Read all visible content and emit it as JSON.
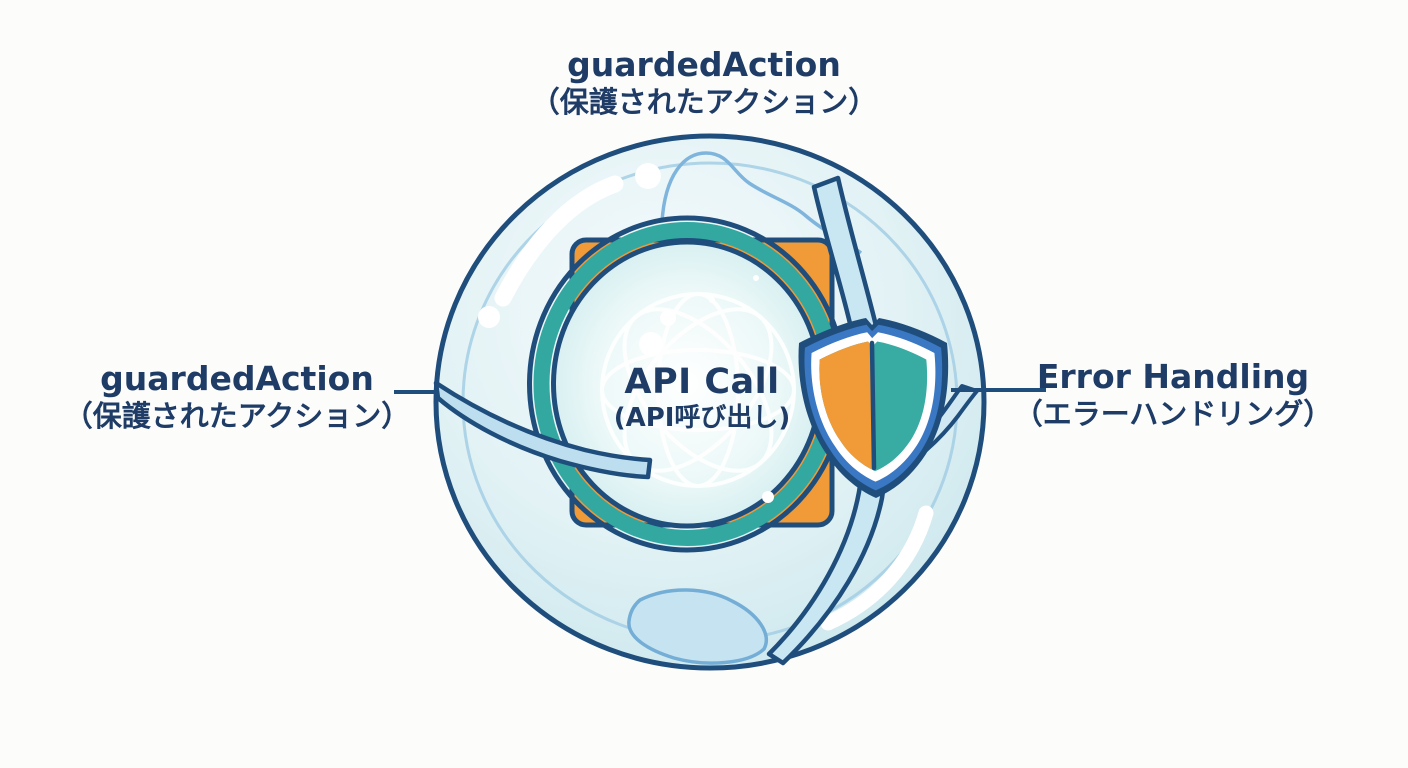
{
  "labels": {
    "top": {
      "line1": "guardedAction",
      "line2": "（保護されたアクション）"
    },
    "left": {
      "line1": "guardedAction",
      "line2": "（保護されたアクション）"
    },
    "right": {
      "line1": "Error Handling",
      "line2": "（エラーハンドリング）"
    },
    "center": {
      "line1": "API Call",
      "line2": "(API呼び出し)"
    }
  },
  "colors": {
    "background": "#fcfcfb",
    "outline-navy": "#1f4e7d",
    "text-navy": "#1e3c66",
    "ring-teal": "#33a8a0",
    "square-orange": "#f09a38",
    "band-blue": "#bcdeee",
    "ribbon-blue": "#c9e6f3",
    "shield-blue": "#3a78c4",
    "shield-orange": "#f09a38",
    "shield-teal": "#38aca3",
    "rim-blue": "#a3cee4",
    "contour-blue": "#7fb5dc",
    "puddle-blue": "#c6e3f1",
    "puddle-edge": "#74aed6"
  },
  "icons": {
    "bubble": "protective-bubble",
    "ring": "security-ring",
    "chip": "orange-chip",
    "globe": "network-globe",
    "shield": "shield"
  }
}
